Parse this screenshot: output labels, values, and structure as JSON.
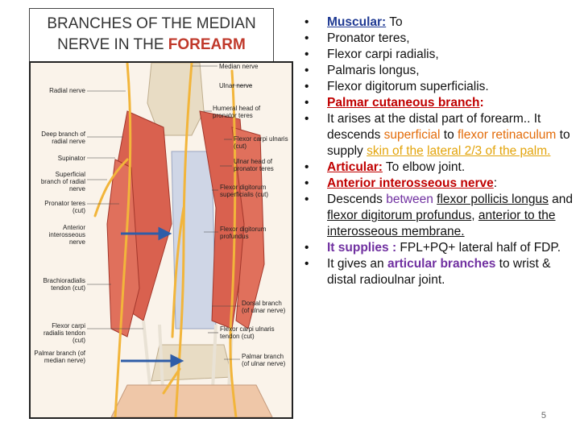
{
  "title": {
    "line1": "BRANCHES OF THE MEDIAN",
    "line2_prefix": "NERVE IN THE ",
    "line2_highlight": "FOREARM"
  },
  "figure": {
    "labels_right": [
      "Median nerve",
      "Ulnar nerve",
      "Humeral head of pronator teres",
      "Flexor carpi ulnaris (cut)",
      "Ulnar head of pronator teres",
      "Flexor digitorum superficialis (cut)",
      "Flexor digitorum profundus",
      "Dorsal branch (of ulnar nerve)",
      "Flexor carpi ulnaris tendon (cut)",
      "Palmar branch (of ulnar nerve)"
    ],
    "labels_left": [
      "Radial nerve",
      "Deep branch of radial nerve",
      "Supinator",
      "Superficial branch of radial nerve",
      "Pronator teres (cut)",
      "Anterior interosseous nerve",
      "Brachioradialis tendon (cut)",
      "Flexor carpi radialis tendon (cut)",
      "Palmar branch (of median nerve)"
    ]
  },
  "bullets": {
    "b1_label": "Muscular:",
    "b1_rest": " To",
    "b2": " Pronator teres,",
    "b3": " Flexor carpi radialis,",
    "b4": " Palmaris longus,",
    "b5": " Flexor digitorum superficialis.",
    "b6_label": "Palmar cutaneous branch",
    "b6_rest": ":",
    "b7_a": "It arises at the distal part of forearm.. It descends ",
    "b7_b": "superficial",
    "b7_c": " to ",
    "b7_d": "flexor retinaculum",
    "b7_e": " to supply ",
    "b7_f": "skin of the",
    "b7_g": " ",
    "b7_h": "lateral 2/3 of the palm.",
    "b8_label": "Articular:",
    "b8_rest": " To elbow joint.",
    "b9_label": "Anterior interosseous nerve",
    "b9_rest": ":",
    "b10_a": "Descends ",
    "b10_b": "between",
    "b10_c": " ",
    "b10_d": "flexor pollicis longus",
    "b10_e": " and ",
    "b10_f": "flexor digitorum profundus",
    "b10_g": ", ",
    "b10_h": "anterior to the interosseous membrane.",
    "b11_label": "It supplies :",
    "b11_rest": " FPL+PQ+ lateral half of FDP.",
    "b12_a": "It gives an ",
    "b12_b": "articular branches",
    "b12_c": " to wrist & distal radioulnar joint."
  },
  "page_number": "5",
  "colors": {
    "nerve": "#f2b53b",
    "muscle": "#d9534f",
    "arrow": "#2f5da8",
    "blue_label": "#1f3a93",
    "red_label": "#c00000"
  }
}
